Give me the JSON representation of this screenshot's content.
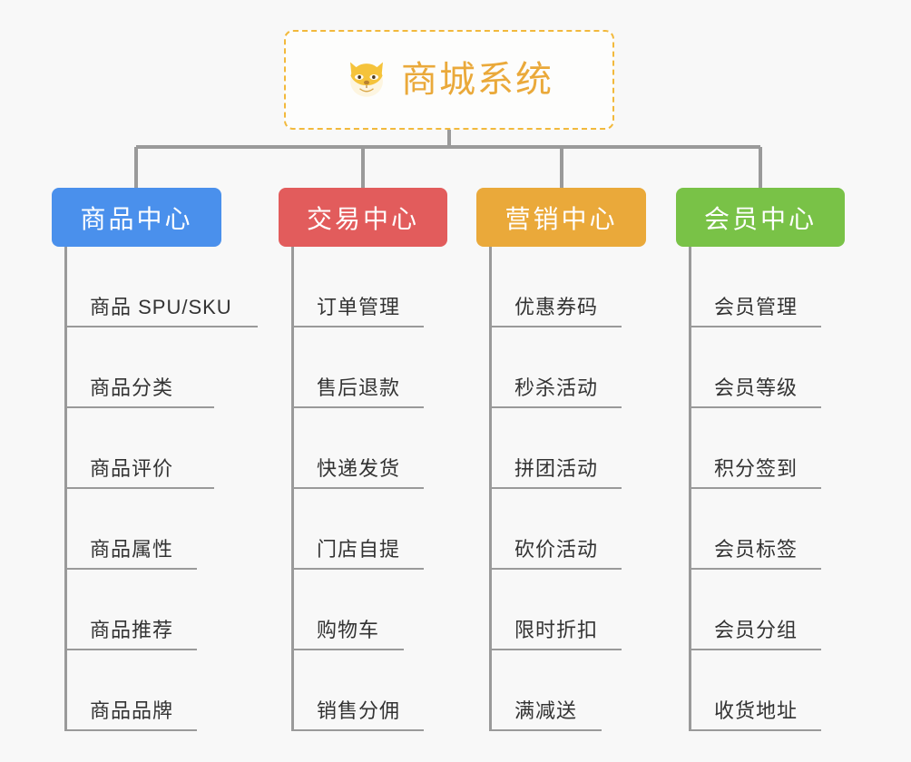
{
  "root": {
    "title": "商城系统",
    "icon": "shiba-dog-face-icon",
    "border_color": "#f2b93c",
    "text_color": "#eaa93a"
  },
  "connector_color": "#9a9a9a",
  "background": "#f8f8f8",
  "branches": [
    {
      "id": "product",
      "label": "商品中心",
      "color": "#4a90ec",
      "items": [
        "商品 SPU/SKU",
        "商品分类",
        "商品评价",
        "商品属性",
        "商品推荐",
        "商品品牌"
      ],
      "underline_widths": [
        213,
        165,
        165,
        146,
        146,
        146
      ]
    },
    {
      "id": "trade",
      "label": "交易中心",
      "color": "#e25c5c",
      "items": [
        "订单管理",
        "售后退款",
        "快递发货",
        "门店自提",
        "购物车",
        "销售分佣"
      ],
      "underline_widths": [
        146,
        146,
        146,
        146,
        124,
        146
      ]
    },
    {
      "id": "market",
      "label": "营销中心",
      "color": "#eaa93a",
      "items": [
        "优惠券码",
        "秒杀活动",
        "拼团活动",
        "砍价活动",
        "限时折扣",
        "满减送"
      ],
      "underline_widths": [
        146,
        146,
        146,
        146,
        146,
        124
      ]
    },
    {
      "id": "member",
      "label": "会员中心",
      "color": "#79c247",
      "items": [
        "会员管理",
        "会员等级",
        "积分签到",
        "会员标签",
        "会员分组",
        "收货地址"
      ],
      "underline_widths": [
        146,
        146,
        146,
        146,
        146,
        146
      ]
    }
  ]
}
